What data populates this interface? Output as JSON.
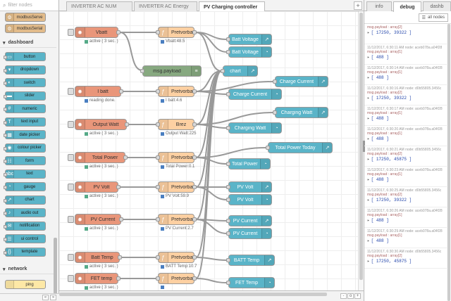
{
  "palette": {
    "search_placeholder": "filter nodes",
    "top_nodes": [
      "modbusServe",
      "modbusSerial"
    ],
    "categories": {
      "dashboard": "dashboard",
      "network": "network"
    },
    "dashboard_nodes": [
      "button",
      "dropdown",
      "switch",
      "slider",
      "numeric",
      "text input",
      "date picker",
      "colour picker",
      "form",
      "text",
      "gauge",
      "chart",
      "audio out",
      "notification",
      "ui control",
      "template"
    ],
    "network_nodes": [
      "ping"
    ]
  },
  "workspace": {
    "tabs": [
      "INVERTER AC NUM",
      "INVERTER AC Energy",
      "PV Charging controller"
    ],
    "active_tab": 2,
    "add_tab": "+",
    "zoom": [
      "-",
      "o",
      "+"
    ]
  },
  "flow": {
    "inject_nodes": [
      "Vbatt",
      "I batt",
      "Output Watt",
      "Total Power",
      "PV Volt",
      "PV Current",
      "Batt Temp",
      "FET temp"
    ],
    "inject_status": [
      "active ( 3 sec. )",
      "reading done.",
      "active ( 3 sec. )",
      "active ( 3 sec. )",
      "active ( 3 sec. )",
      "active ( 3 sec. )",
      "active ( 3 sec. )",
      "active ( 3 sec. )"
    ],
    "function_nodes": [
      "Pretvorba",
      "Pretvorba",
      "Brez",
      "Pretvorba",
      "Pretvorba",
      "Pretvorba",
      "Pretvorba",
      "Pretvorba"
    ],
    "function_status": [
      "Vbatt:48.5",
      "I batt:4.6",
      "Output Watt:225",
      "Total Power:0.1",
      "PV Volt:59.9",
      "PV Current:2.7",
      "BATT Temp:10.7",
      ""
    ],
    "debug_node": "msg.payload",
    "chart_node": "chart",
    "ui_nodes": [
      "Batt Voltage",
      "Batt Voltage",
      "Charge Current",
      "Charge Current",
      "Charging Watt",
      "Charging Watt",
      "Total Power Today",
      "Total Power",
      "PV Volt",
      "PV Volt",
      "PV Current",
      "PV Current",
      "BATT Temp",
      "FET Temp"
    ]
  },
  "sidebar": {
    "tabs": [
      "info",
      "debug",
      "dashb"
    ],
    "active_tab": 1,
    "filter_label": "all nodes",
    "messages": [
      {
        "meta": "",
        "topic": "msg.payload : array[2]",
        "value": "[ 17250, 39322 ]"
      },
      {
        "meta": "11/12/2017, 6:30:11 AM   node: aceb078a.a04f28",
        "topic": "msg.payload : array[1]",
        "value": "[ 488 ]"
      },
      {
        "meta": "11/12/2017, 6:30:14 AM   node: aceb078a.a04f28",
        "topic": "msg.payload : array[1]",
        "value": "[ 488 ]"
      },
      {
        "meta": "11/12/2017, 6:30:16 AM   node: d0b55805.3456c",
        "topic": "msg.payload : array[2]",
        "value": "[ 17250, 39322 ]"
      },
      {
        "meta": "11/12/2017, 6:30:17 AM   node: aceb078a.a04f28",
        "topic": "msg.payload : array[1]",
        "value": "[ 488 ]"
      },
      {
        "meta": "11/12/2017, 6:30:20 AM   node: aceb078a.a04f28",
        "topic": "msg.payload : array[1]",
        "value": "[ 488 ]"
      },
      {
        "meta": "11/12/2017, 6:30:21 AM   node: d0b55805.3456c",
        "topic": "msg.payload : array[2]",
        "value": "[ 17250, 45875 ]"
      },
      {
        "meta": "11/12/2017, 6:30:23 AM   node: aceb078a.a04f28",
        "topic": "msg.payload : array[1]",
        "value": "[ 488 ]"
      },
      {
        "meta": "11/12/2017, 6:30:25 AM   node: d0b55805.3456c",
        "topic": "msg.payload : array[2]",
        "value": "[ 17250, 39322 ]"
      },
      {
        "meta": "11/12/2017, 6:30:26 AM   node: aceb078a.a04f28",
        "topic": "msg.payload : array[1]",
        "value": "[ 488 ]"
      },
      {
        "meta": "11/12/2017, 6:30:29 AM   node: aceb078a.a04f28",
        "topic": "msg.payload : array[1]",
        "value": "[ 488 ]"
      },
      {
        "meta": "11/12/2017, 6:30:30 AM   node: d0b55805.3456c",
        "topic": "msg.payload : array[2]",
        "value": "[ 17250, 45875 ]"
      }
    ]
  },
  "colors": {
    "inject": "#e9967a",
    "function": "#fdd0a2",
    "ui": "#5ab4c8",
    "debug": "#87a980",
    "wire": "#999999"
  }
}
